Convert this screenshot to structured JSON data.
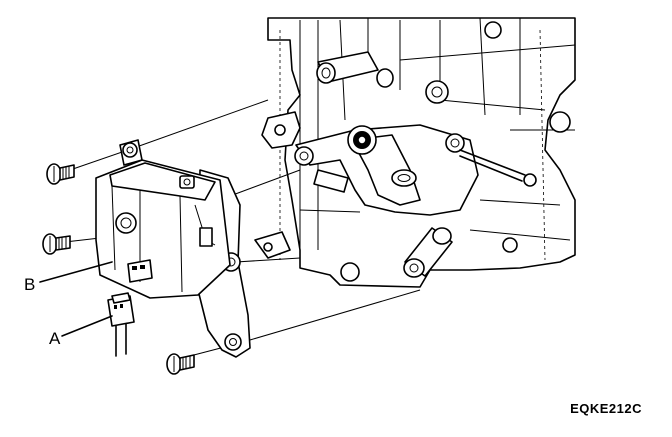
{
  "labels": {
    "a": "A",
    "b": "B"
  },
  "figure_code": "EQKE212C",
  "icons": [
    "screw-icon",
    "actuator-icon",
    "connector-icon",
    "bracket-icon",
    "linkage-icon"
  ]
}
